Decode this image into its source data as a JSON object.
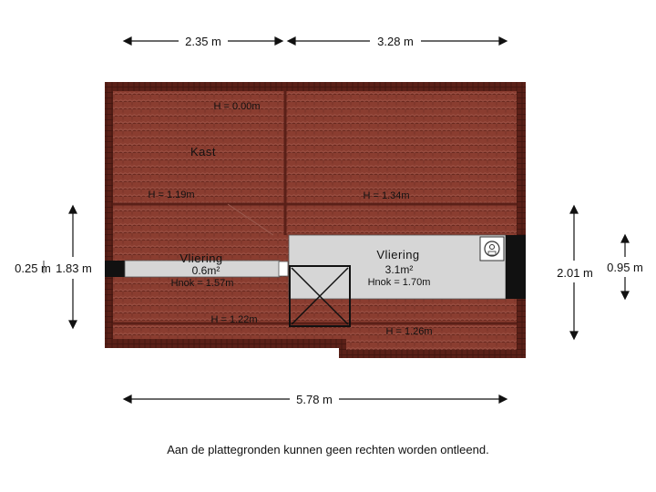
{
  "colors": {
    "roof_tile": "#8a3d30",
    "roof_tile_line": "#6a2a20",
    "roof_edge": "#5a2018",
    "floor_gray": "#d6d6d6",
    "wall_black": "#111111",
    "window_white": "#ffffff"
  },
  "dimensions": {
    "top_left": "2.35 m",
    "top_right": "3.28 m",
    "bottom": "5.78 m",
    "left_outer": "0.25 m",
    "left_inner": "1.83 m",
    "right_inner": "2.01 m",
    "right_outer": "0.95 m"
  },
  "heights": {
    "top": "H = 0.00m",
    "left_mid": "H = 1.19m",
    "right_mid": "H = 1.34m",
    "left_bottom": "H = 1.22m",
    "right_bottom": "H = 1.26m"
  },
  "rooms": {
    "kast": {
      "name": "Kast"
    },
    "vliering_left": {
      "name": "Vliering",
      "area": "0.6m²",
      "hnok": "Hnok = 1.57m"
    },
    "vliering_right": {
      "name": "Vliering",
      "area": "3.1m²",
      "hnok": "Hnok = 1.70m"
    }
  },
  "icons": [
    "boiler-icon",
    "roof-hatch-icon"
  ],
  "disclaimer": "Aan de plattegronden kunnen geen rechten worden ontleend."
}
